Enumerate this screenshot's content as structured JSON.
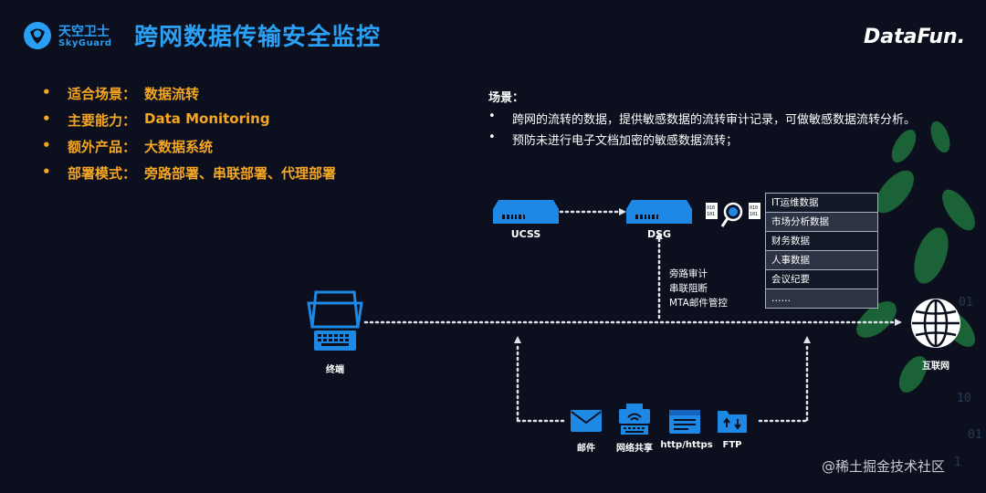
{
  "logo": {
    "cn": "天空卫士",
    "en": "SkyGuard"
  },
  "title": "跨网数据传输安全监控",
  "brand_right": "DataFun.",
  "features": [
    {
      "label": "适合场景：",
      "value": "数据流转"
    },
    {
      "label": "主要能力：",
      "value": "Data Monitoring"
    },
    {
      "label": "额外产品：",
      "value": "大数据系统"
    },
    {
      "label": "部署模式：",
      "value": "旁路部署、串联部署、代理部署"
    }
  ],
  "scene": {
    "title": "场景：",
    "items": [
      "跨网的流转的数据，提供敏感数据的流转审计记录，可做敏感数据流转分析。",
      "预防未进行电子文档加密的敏感数据流转；"
    ]
  },
  "diagram": {
    "ucss": "UCSS",
    "dsg": "DSG",
    "data_types": [
      "IT运维数据",
      "市场分析数据",
      "财务数据",
      "人事数据",
      "会议纪要",
      "……"
    ],
    "modes": [
      "旁路审计",
      "串联阻断",
      "MTA邮件管控"
    ],
    "terminal": "终端",
    "internet": "互联网",
    "channels": [
      "邮件",
      "网络共享",
      "http/https",
      "FTP"
    ]
  },
  "colors": {
    "title": "#2aa1f5",
    "accent": "#f5a623",
    "icon_blue": "#1e88e5",
    "background": "#0b0f1e"
  },
  "watermark": "@稀土掘金技术社区"
}
